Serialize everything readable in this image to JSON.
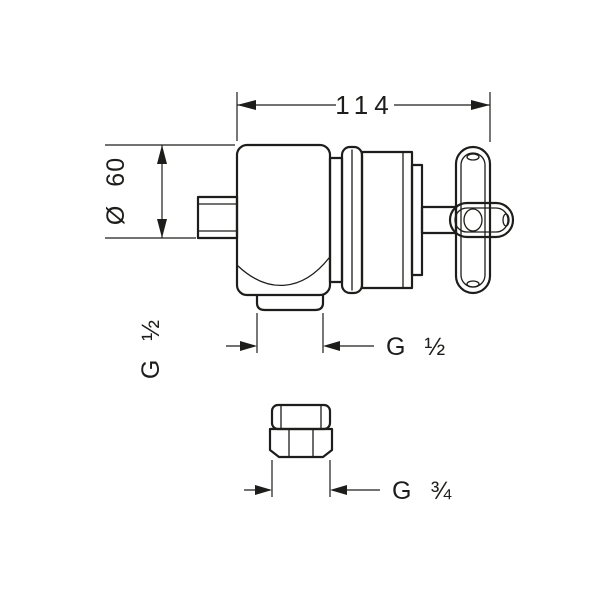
{
  "dimensions": {
    "overall_width": "114",
    "escutcheon_diameter": "Ø 60",
    "inlet_thread": "G ½",
    "outlet_thread": "G ½",
    "bottom_thread": "G ¾"
  },
  "colors": {
    "line": "#1d1d1b",
    "background": "#ffffff"
  }
}
